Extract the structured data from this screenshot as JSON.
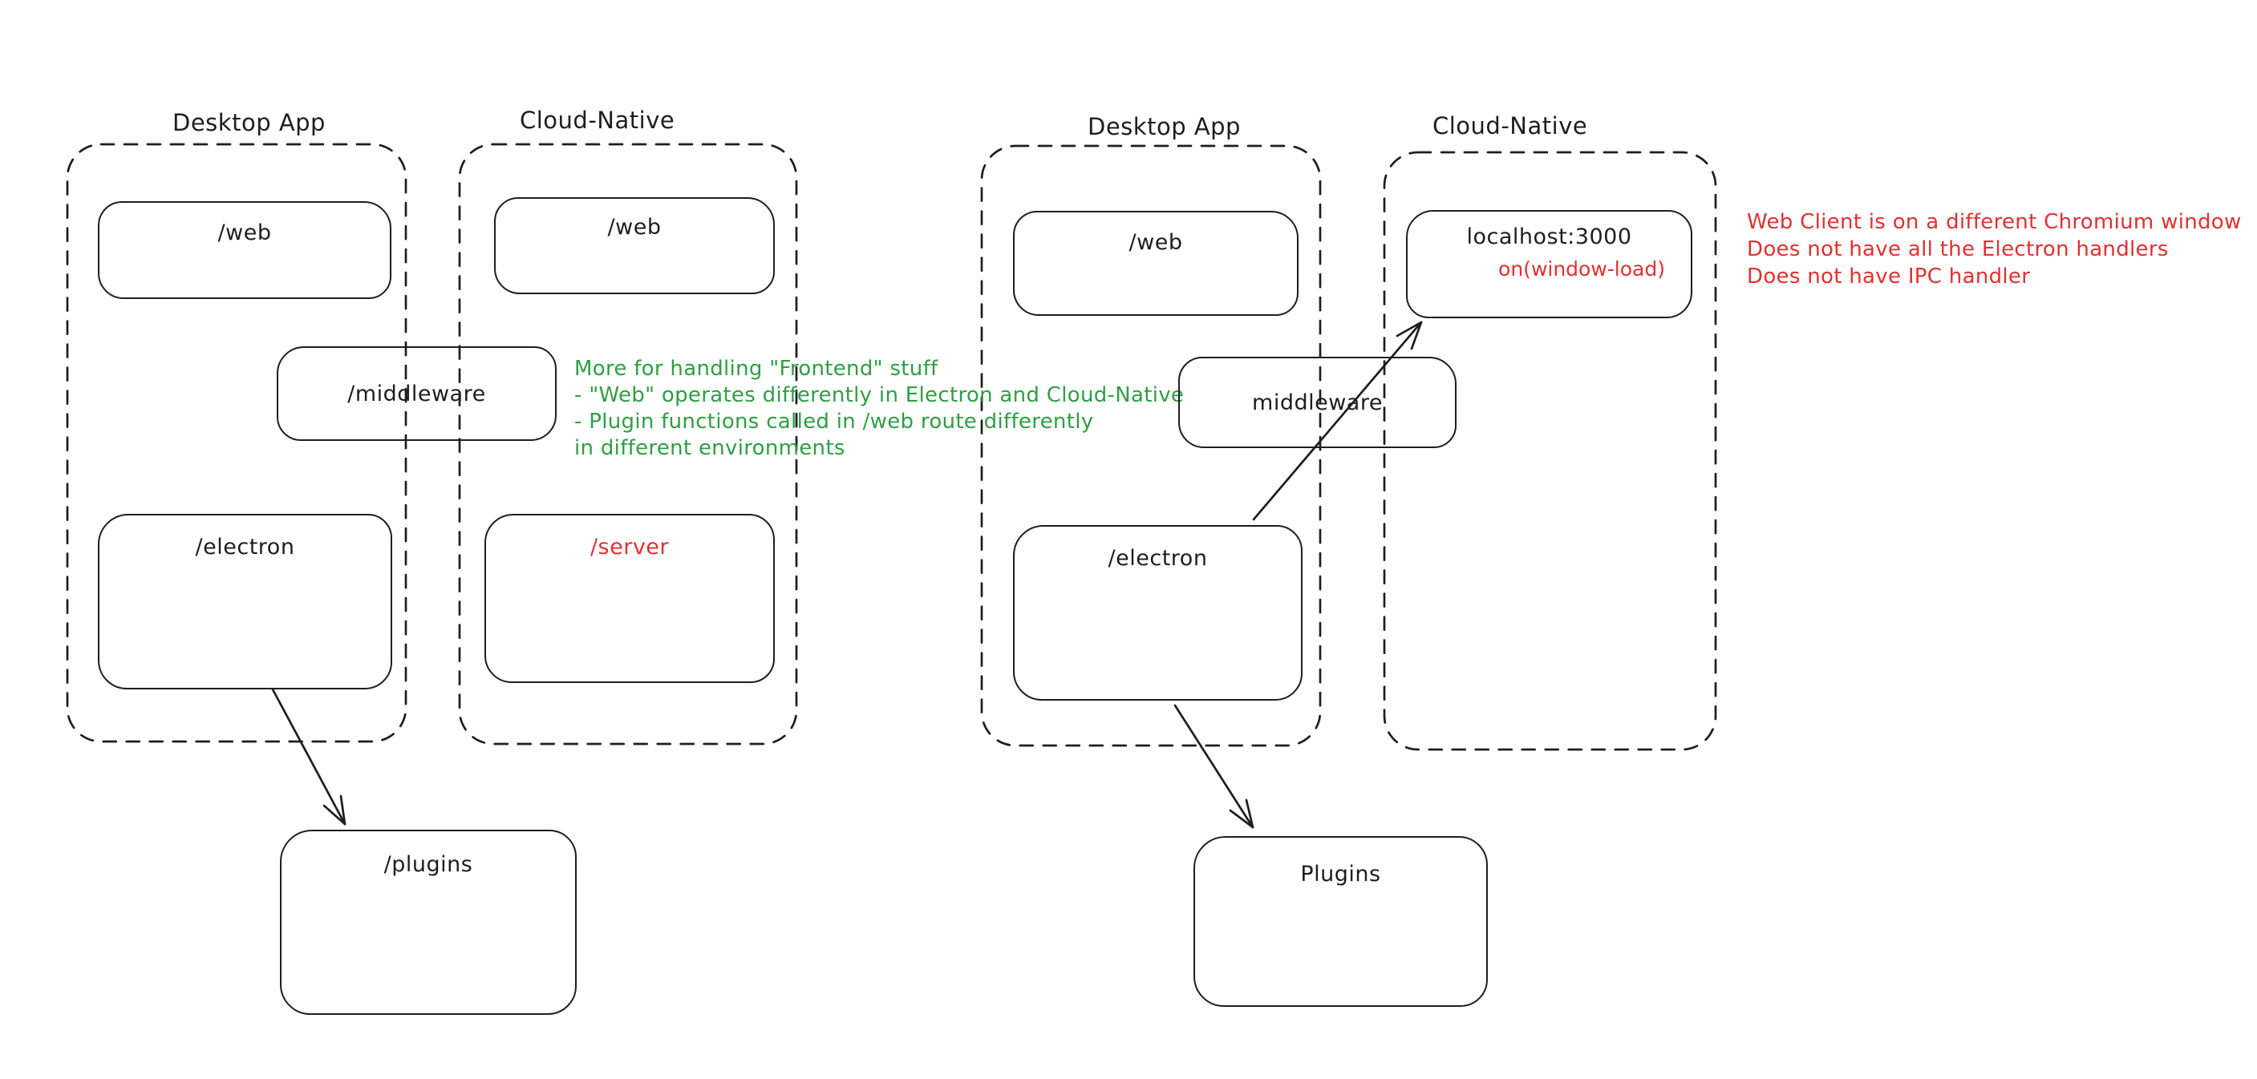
{
  "colors": {
    "ink": "#1e1e1e",
    "red": "#e03131",
    "green": "#2f9e44",
    "background": "#ffffff"
  },
  "left_diagram": {
    "desktop_app_label": "Desktop App",
    "cloud_native_label": "Cloud-Native",
    "web_desktop": "/web",
    "web_cloud": "/web",
    "middleware": "/middleware",
    "electron": "/electron",
    "server": "/server",
    "plugins": "/plugins",
    "green_note_lines": [
      "More for handling \"Frontend\" stuff",
      "- \"Web\" operates differently in Electron and Cloud-Native",
      "- Plugin functions called in /web route differently",
      "in different environments"
    ]
  },
  "right_diagram": {
    "desktop_app_label": "Desktop App",
    "cloud_native_label": "Cloud-Native",
    "web_desktop": "/web",
    "localhost": "localhost:3000",
    "window_load": "on(window-load)",
    "middleware": "middleware",
    "electron": "/electron",
    "plugins": "Plugins",
    "red_note_lines": [
      "Web Client is on a different Chromium window",
      "Does not have all the Electron handlers",
      "Does not have IPC handler"
    ]
  }
}
